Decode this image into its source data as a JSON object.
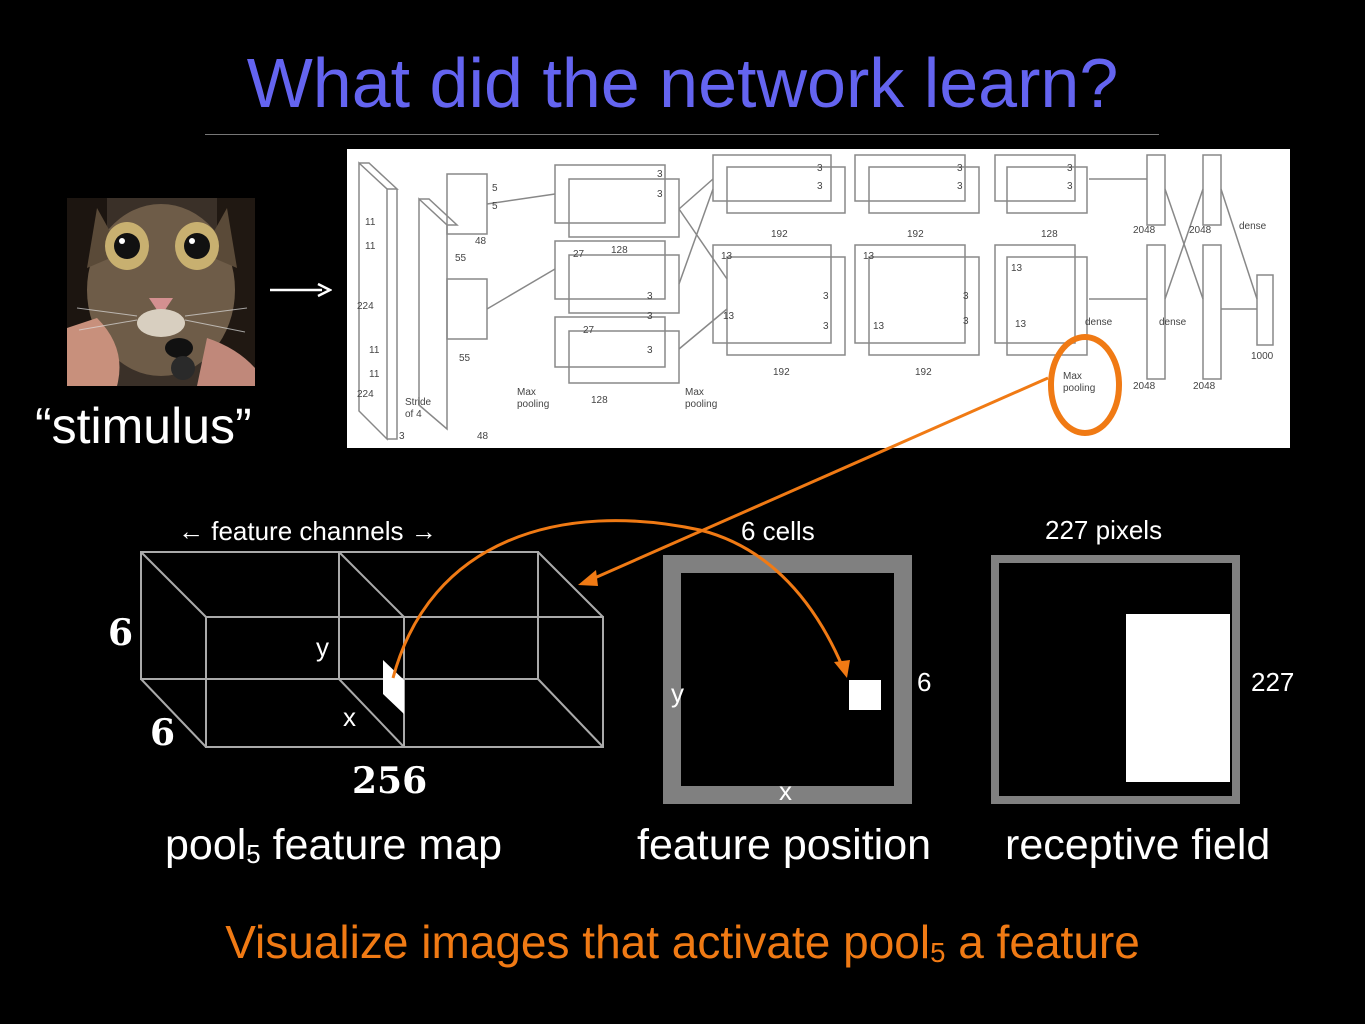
{
  "title": "What did the network learn?",
  "stimulus_label": "“stimulus”",
  "arrow_glyph": "⟶",
  "network": {
    "top_row_numbers": [
      "5",
      "5",
      "48",
      "3",
      "3",
      "128",
      "3",
      "3",
      "192",
      "3",
      "3",
      "192",
      "3",
      "3",
      "128",
      "2048",
      "2048",
      "dense"
    ],
    "bottom_row_numbers": [
      "27",
      "128",
      "13",
      "13",
      "13",
      "13",
      "13",
      "192",
      "192",
      "dense",
      "dense",
      "1000",
      "2048",
      "2048"
    ],
    "input_labels": [
      "11",
      "11",
      "224",
      "11",
      "11",
      "224",
      "Stride of 4",
      "3",
      "55",
      "55",
      "48",
      "27",
      "27"
    ],
    "pool_labels": [
      "Max pooling",
      "Max pooling",
      "Max pooling"
    ],
    "highlight_color": "#f07a14"
  },
  "feature_map": {
    "channels_label": "← feature channels →",
    "dim_h": "6",
    "dim_w": "6",
    "dim_c": "256",
    "axis_y": "y",
    "axis_x": "x",
    "caption_main": "pool",
    "caption_sub": "5",
    "caption_rest": " feature map"
  },
  "feature_position": {
    "top_label": "6 cells",
    "side_label": "6",
    "axis_y": "y",
    "axis_x": "x",
    "caption": "feature position"
  },
  "receptive_field": {
    "top_label": "227 pixels",
    "side_label": "227",
    "caption": "receptive field"
  },
  "bottom_line": {
    "part1": "Visualize images that activate pool",
    "sub": "5",
    "part2": " a feature"
  },
  "colors": {
    "title": "#6464f0",
    "accent": "#f07a14",
    "frame": "#808080"
  }
}
